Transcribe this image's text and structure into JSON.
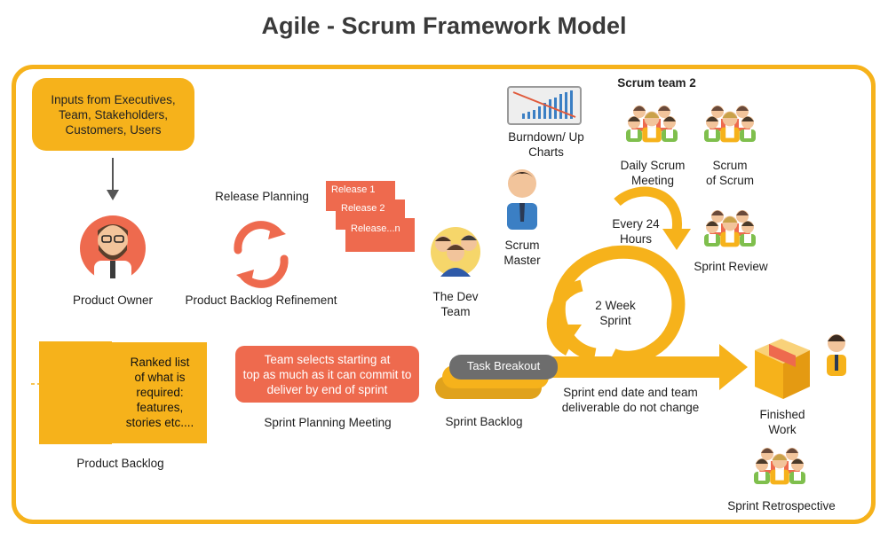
{
  "title": "Agile - Scrum Framework Model",
  "inputs": "Inputs from Executives,\nTeam, Stakeholders,\nCustomers, Users",
  "product_owner": "Product Owner",
  "release_planning": "Release Planning",
  "release_cards": [
    "Release 1",
    "Release 2",
    "Release...n"
  ],
  "product_backlog_refinement": "Product Backlog Refinement",
  "dev_team": "The Dev\nTeam",
  "burndown": "Burndown/ Up\nCharts",
  "scrum_master": "Scrum\nMaster",
  "scrum_team_2": "Scrum team 2",
  "daily_scrum": "Daily Scrum\nMeeting",
  "scrum_of_scrum": "Scrum\nof Scrum",
  "every_24": "Every 24\nHours",
  "sprint_review": "Sprint Review",
  "two_week_sprint": "2 Week\nSprint",
  "ranked_list": "Ranked list\nof what is\nrequired:\nfeatures,\nstories etc....",
  "product_backlog": "Product Backlog",
  "team_selects": "Team selects starting at\ntop as much as it can commit to\ndeliver by end of sprint",
  "sprint_planning": "Sprint Planning Meeting",
  "task_breakout": "Task Breakout",
  "sprint_backlog": "Sprint Backlog",
  "sprint_end": "Sprint end date and team\ndeliverable do not change",
  "finished_work": "Finished\nWork",
  "sprint_retrospective": "Sprint Retrospective",
  "colors": {
    "accent": "#f6b21b",
    "coral": "#ee6a4e",
    "grey": "#6d6d6d"
  }
}
